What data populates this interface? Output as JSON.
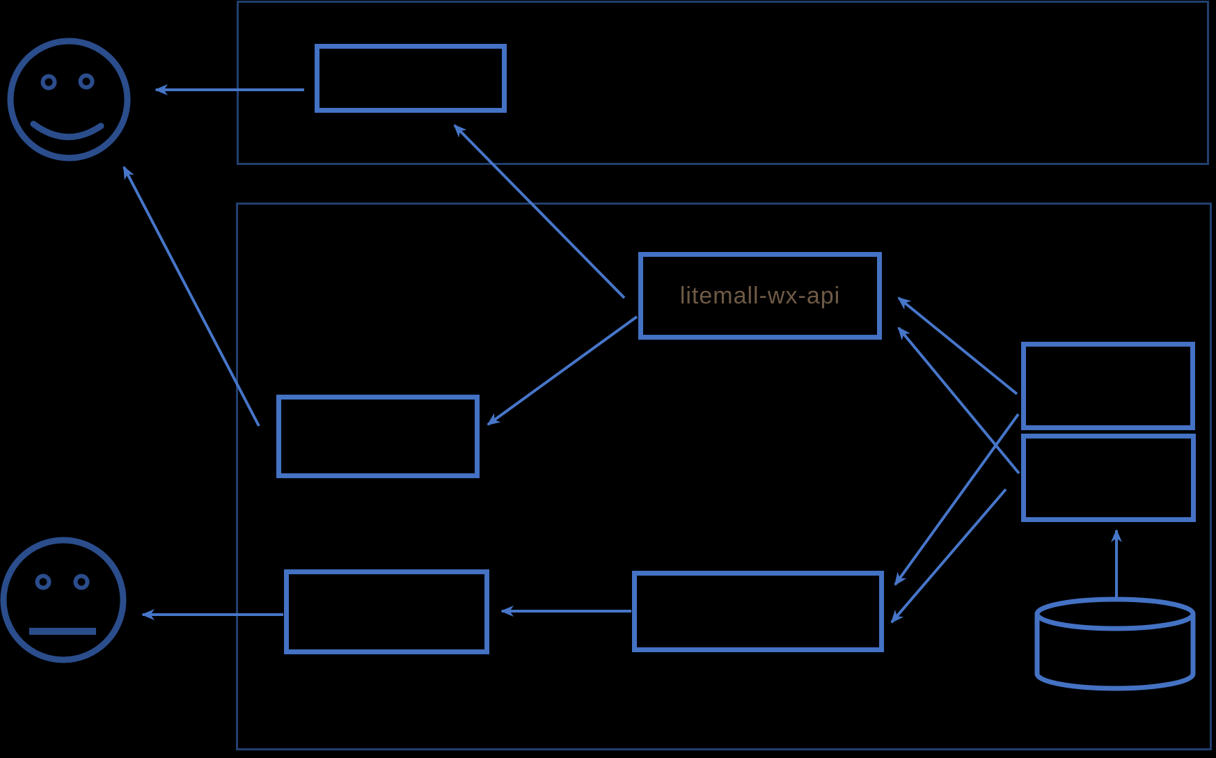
{
  "diagram": {
    "type": "architecture-diagram",
    "background": "#000000",
    "labels": {
      "wx_api": "litemall-wx-api"
    },
    "colors": {
      "node_box_border": "#4472c4",
      "container_border": "#21406f",
      "arrow": "#4776c9",
      "face_icon": "#2b4d8c",
      "wx_api_text": "#6e5a45"
    },
    "nodes": [
      {
        "name": "top-box",
        "label": ""
      },
      {
        "name": "wx-api-box",
        "label": "litemall-wx-api"
      },
      {
        "name": "left-middle-box",
        "label": ""
      },
      {
        "name": "right-upper-box",
        "label": ""
      },
      {
        "name": "right-lower-box",
        "label": ""
      },
      {
        "name": "bottom-left-box",
        "label": ""
      },
      {
        "name": "bottom-middle-box",
        "label": ""
      }
    ],
    "icons": [
      "happy-face-icon",
      "neutral-face-icon",
      "database-cylinder-icon"
    ],
    "arrows": [
      {
        "name": "arrow-topbox-to-happy-face",
        "from": "top-box",
        "to": "happy-face"
      },
      {
        "name": "arrow-wxapi-to-topbox",
        "from": "wx-api-box",
        "to": "top-box"
      },
      {
        "name": "arrow-wxapi-to-leftmiddlebox",
        "from": "wx-api-box",
        "to": "left-middle-box"
      },
      {
        "name": "arrow-leftmiddlebox-to-happy-face",
        "from": "left-middle-box",
        "to": "happy-face"
      },
      {
        "name": "arrow-bottomleftbox-to-neutral-face",
        "from": "bottom-left-box",
        "to": "neutral-face"
      },
      {
        "name": "arrow-bottommiddlebox-to-bottomleftbox",
        "from": "bottom-middle-box",
        "to": "bottom-left-box"
      },
      {
        "name": "arrow-rightupperbox-to-wxapi",
        "from": "right-upper-box",
        "to": "wx-api-box"
      },
      {
        "name": "arrow-rightlowerbox-to-wxapi",
        "from": "right-lower-box",
        "to": "wx-api-box"
      },
      {
        "name": "arrow-rightupperbox-to-bottommiddlebox",
        "from": "right-upper-box",
        "to": "bottom-middle-box"
      },
      {
        "name": "arrow-rightlowerbox-to-bottommiddlebox",
        "from": "right-lower-box",
        "to": "bottom-middle-box"
      },
      {
        "name": "arrow-database-to-rightlowerbox",
        "from": "database-cylinder",
        "to": "right-lower-box"
      }
    ]
  }
}
